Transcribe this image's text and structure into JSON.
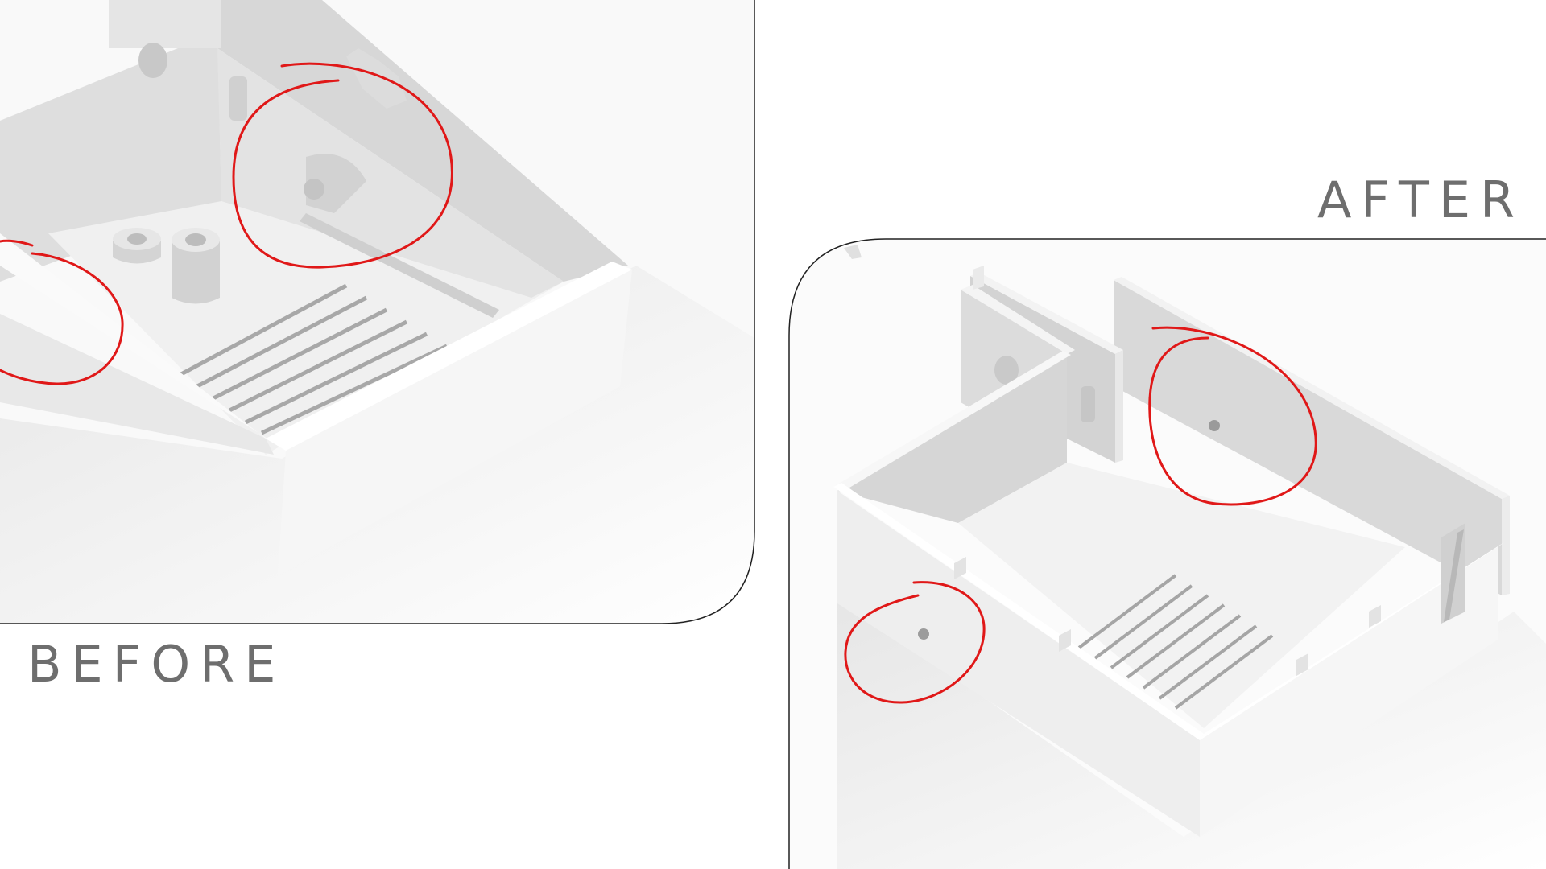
{
  "labels": {
    "before": "BEFORE",
    "after": "AFTER"
  },
  "colors": {
    "panel_outline": "#222222",
    "annotation": "#e01818",
    "caption": "#6e6e6e",
    "model_light": "#f4f4f4",
    "model_mid": "#e2e2e2",
    "model_dark": "#cfcfcf"
  },
  "panels": [
    {
      "name": "before-render",
      "annotations": 2
    },
    {
      "name": "after-render",
      "annotations": 2
    }
  ]
}
